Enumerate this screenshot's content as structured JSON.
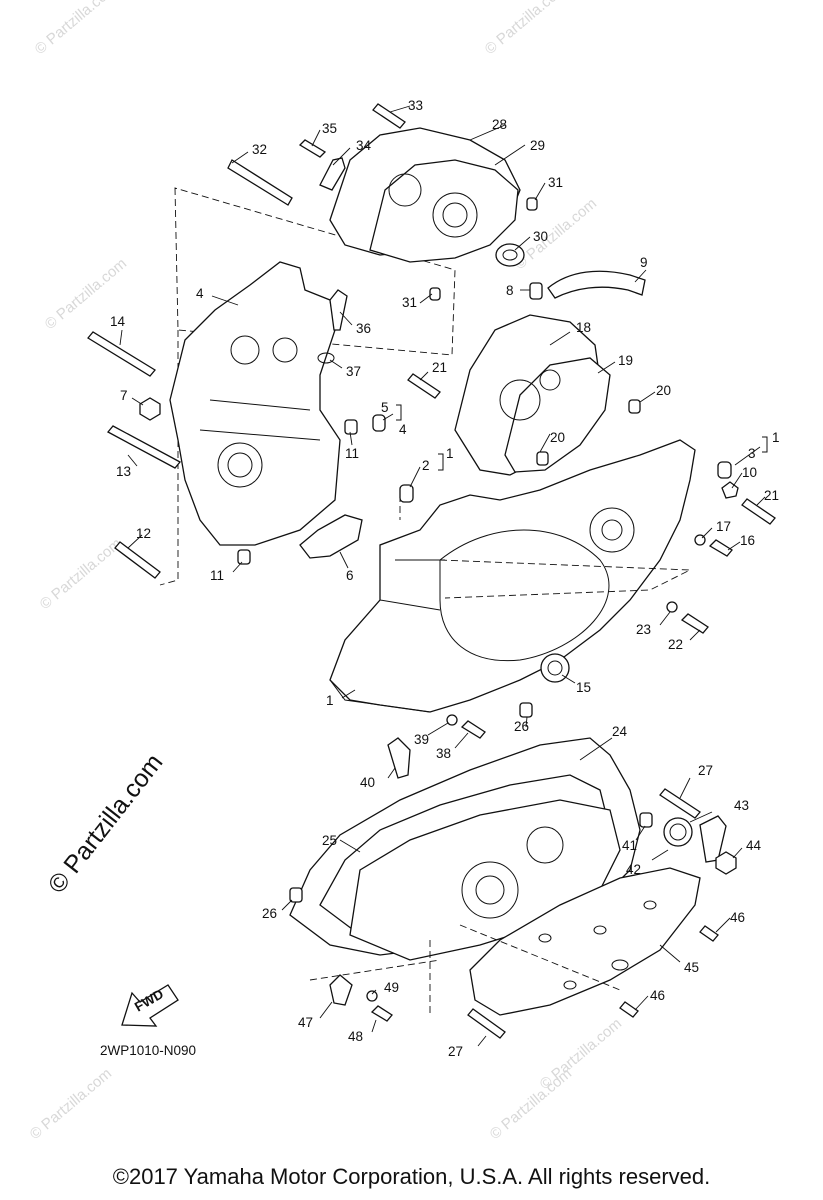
{
  "diagram": {
    "code": "2WP1010-N090",
    "fwd_label": "FWD",
    "watermark": "© Partzilla.com",
    "copyright": "©2017  Yamaha Motor Corporation, U.S.A. All rights reserved.",
    "callouts": [
      "1",
      "2",
      "3",
      "4",
      "5",
      "6",
      "7",
      "8",
      "9",
      "10",
      "11",
      "12",
      "13",
      "14",
      "15",
      "16",
      "17",
      "18",
      "19",
      "20",
      "21",
      "22",
      "23",
      "24",
      "25",
      "26",
      "27",
      "28",
      "29",
      "30",
      "31",
      "32",
      "33",
      "34",
      "35",
      "36",
      "37",
      "38",
      "39",
      "40",
      "41",
      "42",
      "43",
      "44",
      "45",
      "46",
      "47",
      "48",
      "49"
    ]
  }
}
